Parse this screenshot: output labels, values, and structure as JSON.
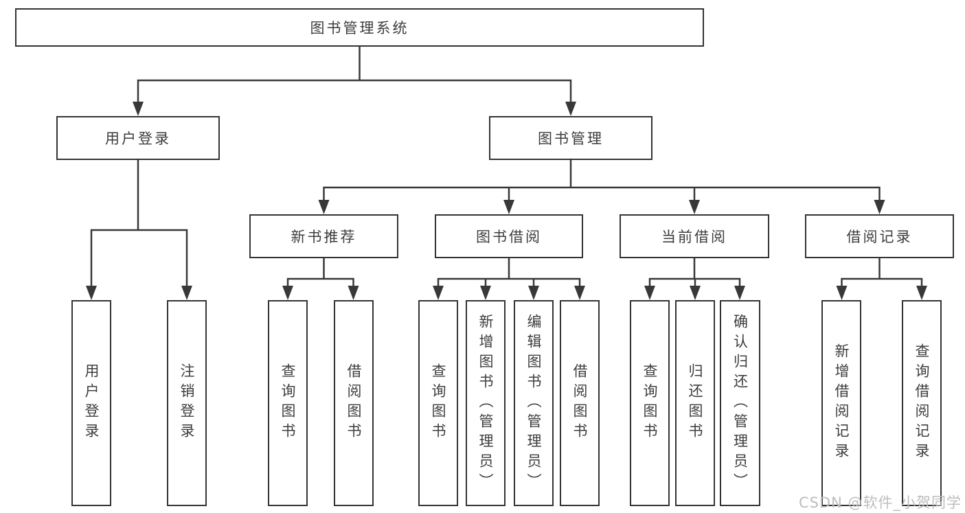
{
  "diagram": {
    "root": {
      "label": "图书管理系统"
    },
    "branches": [
      {
        "label": "用户登录",
        "children": [
          {
            "label": "用户登录"
          },
          {
            "label": "注销登录"
          }
        ]
      },
      {
        "label": "图书管理",
        "children": [
          {
            "label": "新书推荐",
            "children": [
              {
                "label": "查询图书"
              },
              {
                "label": "借阅图书"
              }
            ]
          },
          {
            "label": "图书借阅",
            "children": [
              {
                "label": "查询图书"
              },
              {
                "label": "新增图书（管理员）"
              },
              {
                "label": "编辑图书（管理员）"
              },
              {
                "label": "借阅图书"
              }
            ]
          },
          {
            "label": "当前借阅",
            "children": [
              {
                "label": "查询图书"
              },
              {
                "label": "归还图书"
              },
              {
                "label": "确认归还（管理员）"
              }
            ]
          },
          {
            "label": "借阅记录",
            "children": [
              {
                "label": "新增借阅记录"
              },
              {
                "label": "查询借阅记录"
              }
            ]
          }
        ]
      }
    ]
  },
  "watermark": {
    "text": "CSDN @软件_小贺同学"
  },
  "colors": {
    "line": "#383838",
    "box_border": "#333333",
    "text": "#3d3d3d",
    "watermark": "#bdbdbd",
    "background": "#ffffff"
  }
}
